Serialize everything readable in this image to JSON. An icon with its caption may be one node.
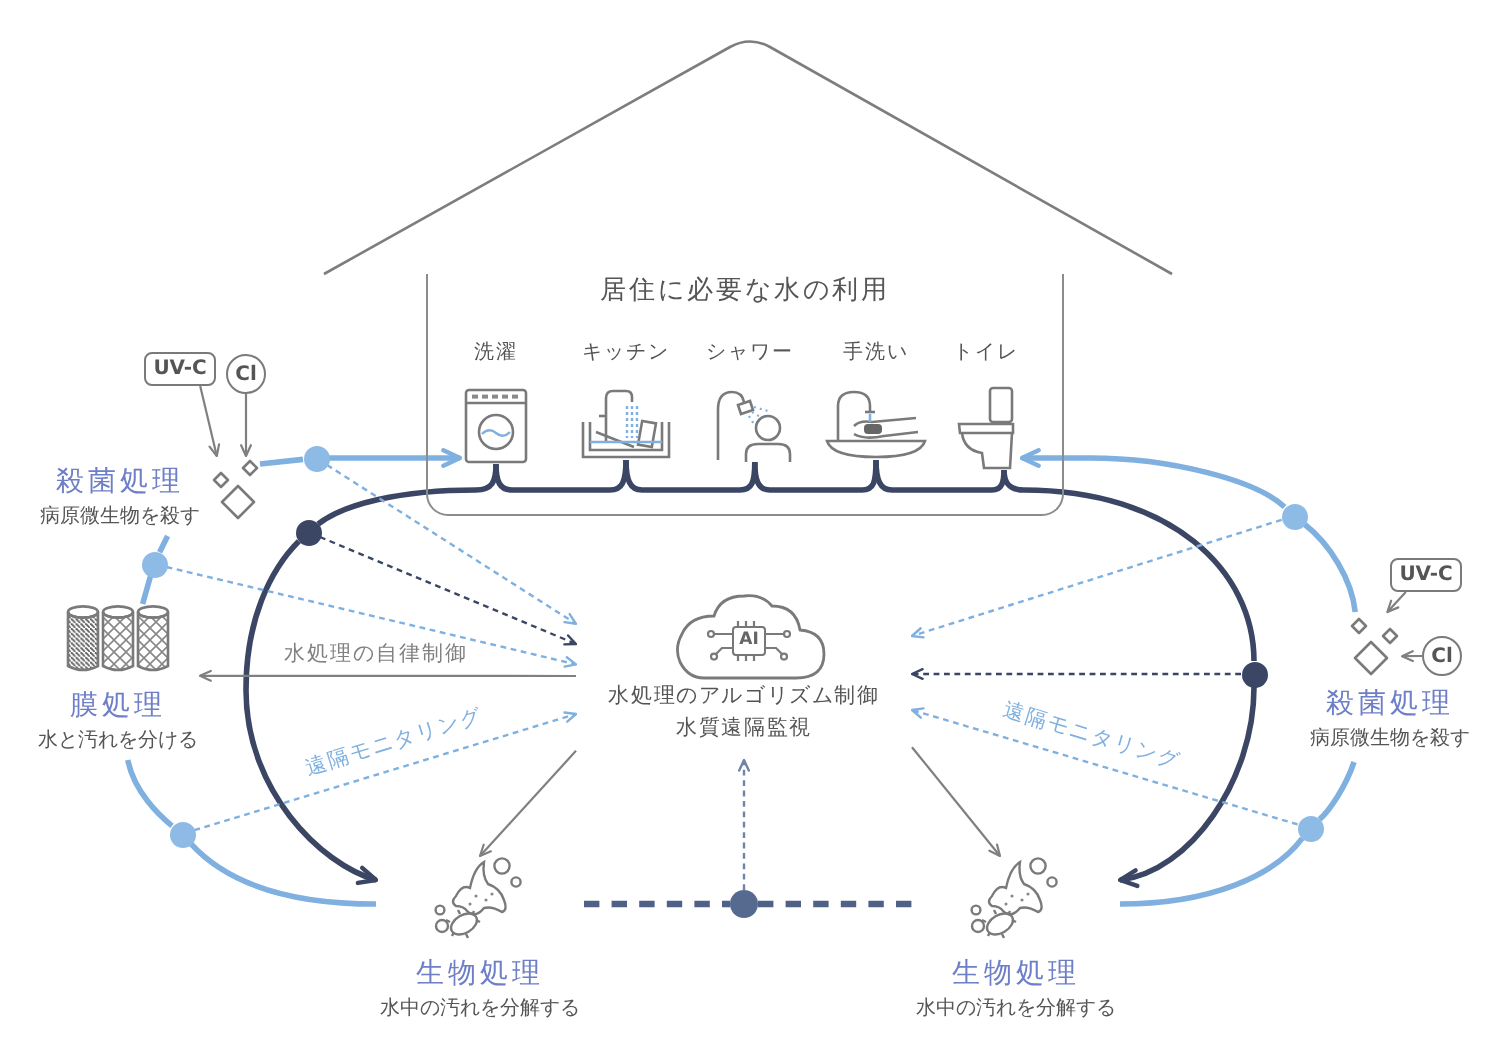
{
  "diagram": {
    "nodes": [
      {
        "text": [
          "居住に必要な水の利用"
        ]
      },
      {
        "text": [
          "洗濯"
        ],
        "in": 0
      },
      {
        "text": [
          "キッチン"
        ],
        "in": 0
      },
      {
        "text": [
          "シャワー"
        ],
        "in": 0
      },
      {
        "text": [
          "手洗い"
        ],
        "in": 0
      },
      {
        "text": [
          "トイレ"
        ],
        "in": 0
      },
      {
        "text": [
          "UV-C"
        ]
      },
      {
        "text": [
          "Cl"
        ]
      },
      {
        "text": [],
        "shape": "picture"
      },
      {
        "text": [
          "殺菌処理",
          "病原微生物を殺す"
        ]
      },
      {
        "text": [
          "膜処理",
          "水と汚れを分ける"
        ]
      },
      {
        "text": [
          "AI",
          "水処理のアルゴリズム制御",
          "水質遠隔監視"
        ]
      },
      {
        "text": [
          "UV-C"
        ]
      },
      {
        "text": [
          "Cl"
        ]
      },
      {
        "text": [],
        "shape": "picture"
      },
      {
        "text": [
          "殺菌処理",
          "病原微生物を殺す"
        ]
      },
      {
        "text": [
          "生物処理",
          "水中の汚れを分解する"
        ]
      },
      {
        "text": [
          "生物処理",
          "水中の汚れを分解する"
        ]
      },
      {
        "text": [],
        "shape": "circle"
      },
      {
        "text": [],
        "shape": "circle"
      },
      {
        "text": [],
        "shape": "circle"
      },
      {
        "text": [],
        "shape": "circle"
      },
      {
        "text": [],
        "shape": "circle"
      },
      {
        "text": [],
        "shape": "circle"
      },
      {
        "text": [],
        "shape": "circle"
      },
      {
        "text": [],
        "shape": "circle"
      }
    ],
    "edges": [
      {
        "from": 6,
        "to": 8,
        "arrow": "to",
        "color": "#808080"
      },
      {
        "from": 7,
        "to": 8,
        "arrow": "to",
        "color": "#808080"
      },
      {
        "from": 8,
        "to": 18,
        "arrow": "none"
      },
      {
        "from": 18,
        "to": 1,
        "arrow": "to"
      },
      {
        "from": 1,
        "to": 19,
        "arrow": "none",
        "color": "#3b4664"
      },
      {
        "from": 19,
        "to": 16,
        "arrow": "to",
        "color": "#3b4664"
      },
      {
        "from": 10,
        "to": 20,
        "arrow": "none"
      },
      {
        "from": 20,
        "to": 9,
        "arrow": "none"
      },
      {
        "from": 16,
        "to": 21,
        "arrow": "none"
      },
      {
        "from": 21,
        "to": 10,
        "arrow": "none"
      },
      {
        "from": 18,
        "to": 11,
        "arrow": "to",
        "style": "dashed"
      },
      {
        "from": 19,
        "to": 11,
        "arrow": "to",
        "style": "dashed",
        "color": "#3b4664"
      },
      {
        "from": 20,
        "to": 11,
        "arrow": "to",
        "style": "dashed"
      },
      {
        "from": 21,
        "to": 11,
        "arrow": "to",
        "style": "dashed",
        "label": "遠隔モニタリング"
      },
      {
        "from": 11,
        "to": 10,
        "arrow": "to",
        "color": "#808080",
        "label": "水処理の自律制御"
      },
      {
        "from": 11,
        "to": 16,
        "arrow": "to",
        "color": "#808080"
      },
      {
        "from": 1,
        "to": 2,
        "arrow": "none",
        "color": "#3b4664"
      },
      {
        "from": 2,
        "to": 3,
        "arrow": "none",
        "color": "#3b4664"
      },
      {
        "from": 3,
        "to": 4,
        "arrow": "none",
        "color": "#3b4664"
      },
      {
        "from": 4,
        "to": 5,
        "arrow": "none",
        "color": "#3b4664"
      },
      {
        "from": 16,
        "to": 25,
        "arrow": "none",
        "style": "dashed",
        "color": "#4f6187"
      },
      {
        "from": 25,
        "to": 17,
        "arrow": "none",
        "style": "dashed",
        "color": "#4f6187"
      },
      {
        "from": 25,
        "to": 11,
        "arrow": "to",
        "style": "dashed",
        "color": "#6f84a8"
      },
      {
        "from": 12,
        "to": 14,
        "arrow": "to",
        "color": "#808080"
      },
      {
        "from": 13,
        "to": 14,
        "arrow": "to",
        "color": "#808080"
      },
      {
        "from": 14,
        "to": 22,
        "arrow": "none"
      },
      {
        "from": 22,
        "to": 5,
        "arrow": "to"
      },
      {
        "from": 5,
        "to": 23,
        "arrow": "none",
        "color": "#3b4664"
      },
      {
        "from": 23,
        "to": 17,
        "arrow": "to",
        "color": "#3b4664"
      },
      {
        "from": 17,
        "to": 24,
        "arrow": "none"
      },
      {
        "from": 24,
        "to": 15,
        "arrow": "none"
      },
      {
        "from": 22,
        "to": 11,
        "arrow": "to",
        "style": "dashed"
      },
      {
        "from": 23,
        "to": 11,
        "arrow": "to",
        "style": "dashed",
        "color": "#3b4664"
      },
      {
        "from": 24,
        "to": 11,
        "arrow": "to",
        "style": "dashed",
        "label": "遠隔モニタリング"
      },
      {
        "from": 11,
        "to": 17,
        "arrow": "to",
        "color": "#808080"
      }
    ]
  }
}
